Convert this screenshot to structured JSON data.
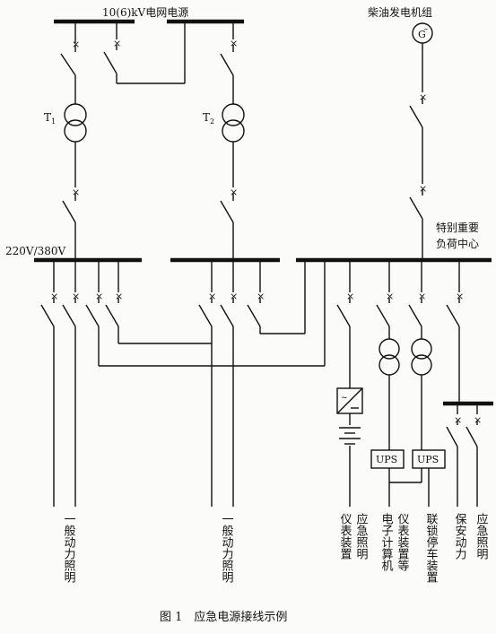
{
  "labels": {
    "source_grid": "10(6)kV电网电源",
    "diesel": "柴油发电机组",
    "generator_symbol": "G",
    "t1_letter": "T",
    "t1_sub": "1",
    "t2_letter": "T",
    "t2_sub": "2",
    "lv_bus": "220V/380V",
    "special_load_line1": "特别重要",
    "special_load_line2": "负荷中心",
    "ups_1": "UPS",
    "ups_2": "UPS",
    "load_general_1": "一般动力照明",
    "load_general_2": "一般动力照明",
    "load_emergency_instruments": "仪表装置应急照明",
    "load_electronic": "电子计算机仪表装置等",
    "load_interlock": "联锁停车装置",
    "load_security": "保安动力",
    "load_emergency_light": "应急照明",
    "caption": "图 1　应急电源接线示例"
  },
  "icons": {
    "transformer": "two-winding-transformer-icon",
    "generator": "generator-icon",
    "rectifier": "rectifier-icon",
    "battery": "battery-icon",
    "switch": "disconnect-switch-icon"
  }
}
